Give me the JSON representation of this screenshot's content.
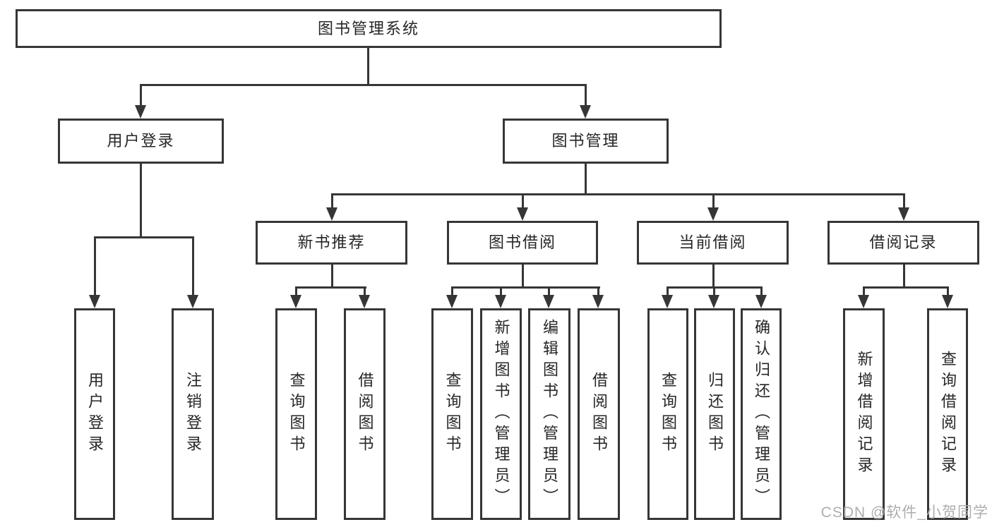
{
  "nodes": {
    "root": "图书管理系统",
    "level1": [
      "用户登录",
      "图书管理"
    ],
    "level2": [
      "新书推荐",
      "图书借阅",
      "当前借阅",
      "借阅记录"
    ],
    "user_login_children": [
      "用户登录",
      "注销登录"
    ],
    "recommend_children": [
      "查询图书",
      "借阅图书"
    ],
    "borrow_children": [
      "查询图书",
      "新增图书（管理员）",
      "编辑图书（管理员）",
      "借阅图书"
    ],
    "current_children": [
      "查询图书",
      "归还图书",
      "确认归还（管理员）"
    ],
    "record_children": [
      "新增借阅记录",
      "查询借阅记录"
    ]
  },
  "watermark": "CSDN @软件_小贺同学",
  "colors": {
    "line": "#363636",
    "text": "#262626",
    "watermark": "#aeaeae",
    "background": "#ffffff"
  }
}
